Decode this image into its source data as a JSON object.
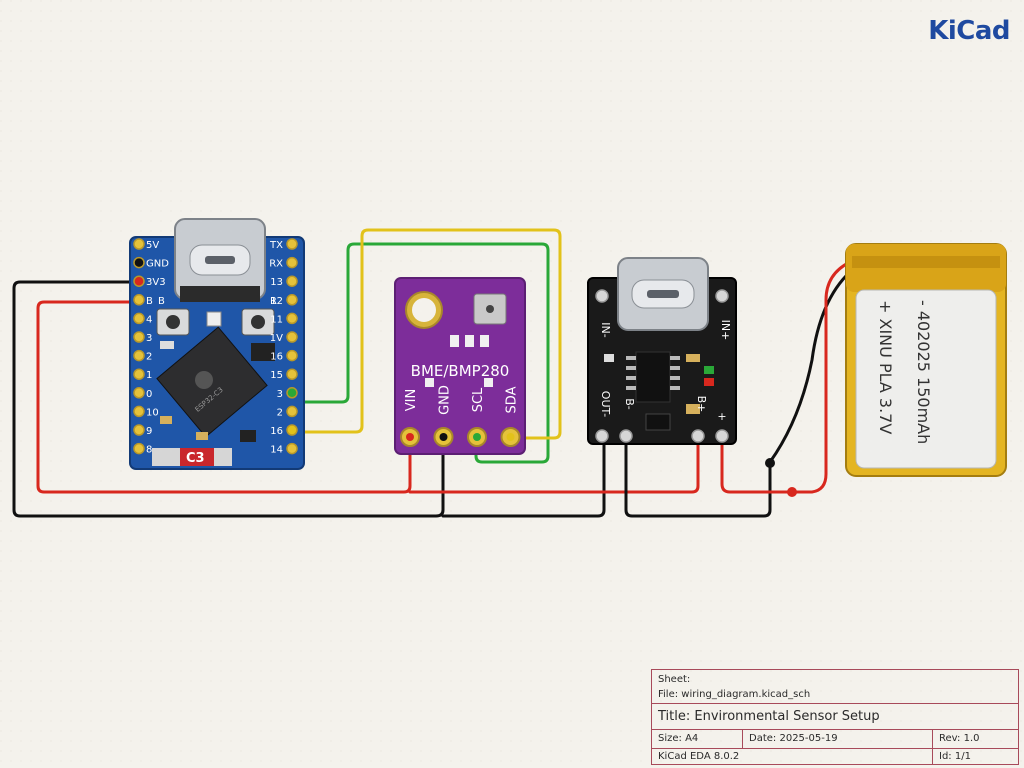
{
  "logo": {
    "text_a": "Ki",
    "text_b": "Cad"
  },
  "esp32": {
    "label": "C3",
    "chip_text": "ESP32-C3",
    "left_pins": [
      "5V",
      "GND",
      "3V3",
      "B",
      "4",
      "3",
      "2",
      "1",
      "0",
      "10",
      "9",
      "8"
    ],
    "right_pins": [
      "TX",
      "RX",
      "13",
      "12",
      "11",
      "1V",
      "16",
      "15",
      "3",
      "2",
      "16",
      "14"
    ],
    "button_labels": [
      "B",
      "R"
    ]
  },
  "sensor": {
    "name": "BME/BMP280",
    "pins": [
      "VIN",
      "GND",
      "SCL",
      "SDA"
    ]
  },
  "charger": {
    "pins": [
      "IN-",
      "IN+",
      "OUT-",
      "B-",
      "B+",
      "+"
    ]
  },
  "battery": {
    "line1": "- 402025 150mAh",
    "line2": "+ XINU PLA 3.7V"
  },
  "colors": {
    "wire_red": "#d8281e",
    "wire_black": "#111111",
    "wire_green": "#2aa838",
    "wire_yellow": "#e2c21a",
    "pcb_blue": "#1f56a8",
    "pcb_purple": "#7d2d9a",
    "pcb_black": "#1a1a1a"
  },
  "title_block": {
    "sheet_label": "Sheet:",
    "file_label": "File:",
    "file_value": "wiring_diagram.kicad_sch",
    "title_label": "Title:",
    "title_value": "Environmental Sensor Setup",
    "size_label": "Size:",
    "size_value": "A4",
    "date_label": "Date:",
    "date_value": "2025-05-19",
    "rev_label": "Rev:",
    "rev_value": "1.0",
    "tool": "KiCad EDA 8.0.2",
    "id_label": "Id:",
    "id_value": "1/1"
  }
}
